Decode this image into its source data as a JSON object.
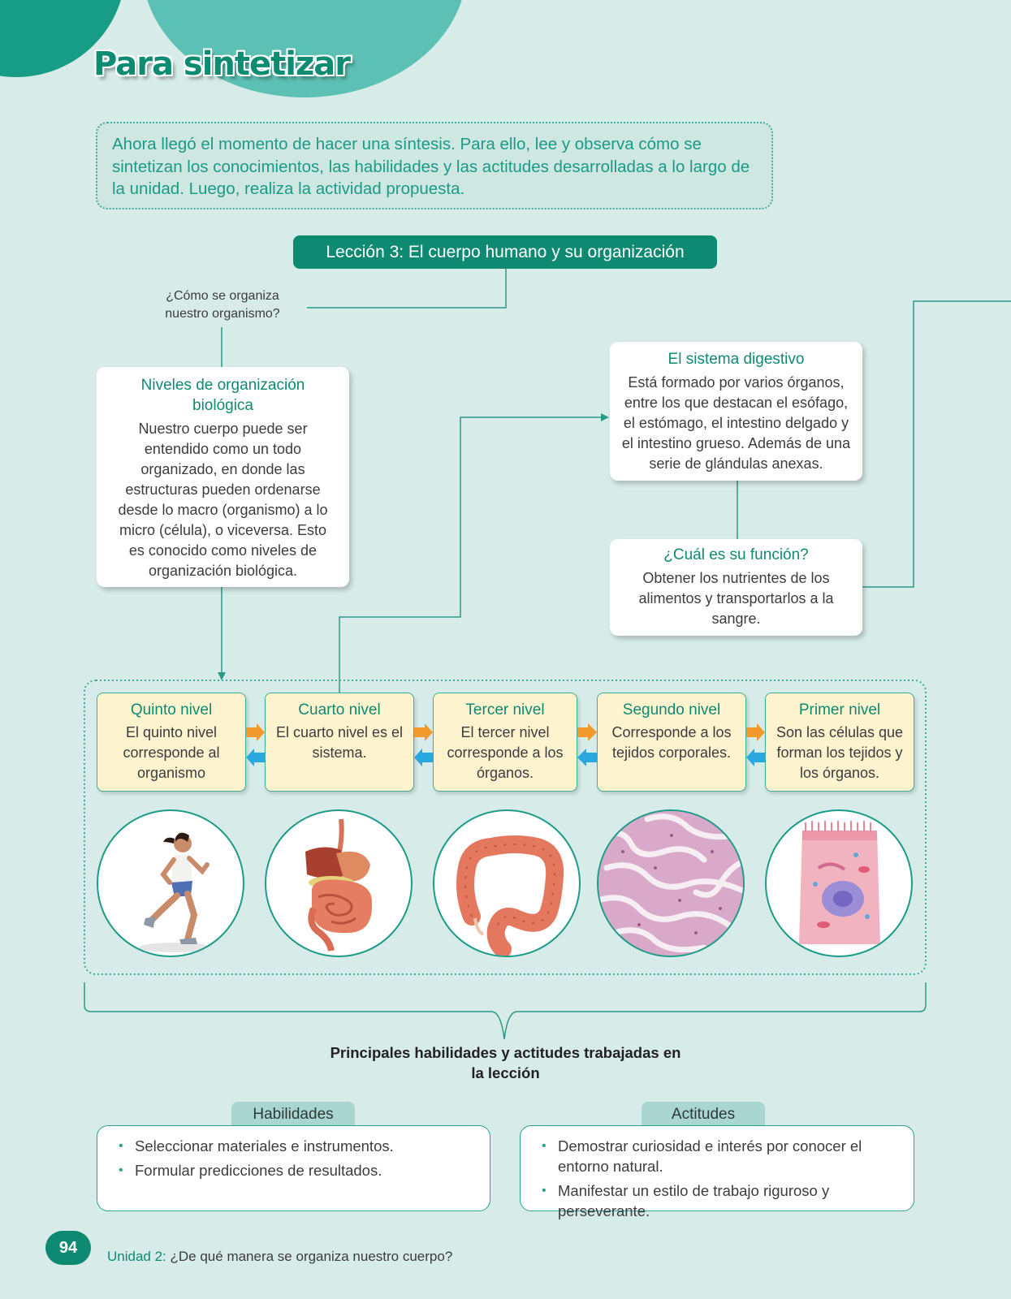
{
  "header": {
    "title": "Para sintetizar"
  },
  "intro": {
    "text": "Ahora llegó el momento de hacer una síntesis. Para ello, lee y observa cómo se sintetizan los conocimientos, las habilidades y las actitudes desarrolladas a lo largo de la unidad. Luego, realiza la actividad propuesta."
  },
  "lesson": {
    "label": "Lección 3: El cuerpo humano y su organización"
  },
  "question": {
    "text": "¿Cómo se organiza nuestro organismo?"
  },
  "niveles_card": {
    "title": "Niveles de organización biológica",
    "text": "Nuestro cuerpo puede ser entendido como un todo organizado, en donde las estructuras pueden ordenarse desde lo macro (organismo) a lo micro (célula), o viceversa. Esto es conocido como niveles de organización biológica."
  },
  "digestivo_card": {
    "title": "El sistema digestivo",
    "text": "Está formado por varios órganos, entre los que destacan el esófago, el estómago, el intestino delgado y el intestino grueso. Además de una serie de glándulas anexas."
  },
  "funcion_card": {
    "title": "¿Cuál es su función?",
    "text": "Obtener los nutrientes de los alimentos y transportarlos a la sangre."
  },
  "levels": [
    {
      "title": "Quinto nivel",
      "text": "El quinto nivel corresponde al organismo"
    },
    {
      "title": "Cuarto nivel",
      "text": "El cuarto nivel es el sistema."
    },
    {
      "title": "Tercer nivel",
      "text": "El tercer nivel corresponde a los órganos."
    },
    {
      "title": "Segundo nivel",
      "text": "Corresponde a los tejidos corporales."
    },
    {
      "title": "Primer nivel",
      "text": "Son las células que forman los tejidos y los órganos."
    }
  ],
  "images": [
    "runner-image",
    "digestive-system-image",
    "large-intestine-image",
    "tissue-image",
    "cell-image"
  ],
  "skills_section": {
    "title": "Principales habilidades y actitudes trabajadas en la lección",
    "habilidades_label": "Habilidades",
    "habilidades": [
      "Seleccionar materiales e instrumentos.",
      "Formular predicciones de resultados."
    ],
    "actitudes_label": "Actitudes",
    "actitudes": [
      "Demostrar curiosidad e interés por conocer el entorno natural.",
      "Manifestar un estilo de trabajo riguroso y perseverante."
    ]
  },
  "footer": {
    "page_number": "94",
    "unit_label": "Unidad 2:",
    "unit_title": "¿De qué manera se organiza nuestro cuerpo?"
  },
  "colors": {
    "accent": "#0e8a72",
    "background": "#d7ebe8",
    "level_fill": "#fef3cf",
    "arrow_right": "#f39a2c",
    "arrow_left": "#29a8e0"
  }
}
